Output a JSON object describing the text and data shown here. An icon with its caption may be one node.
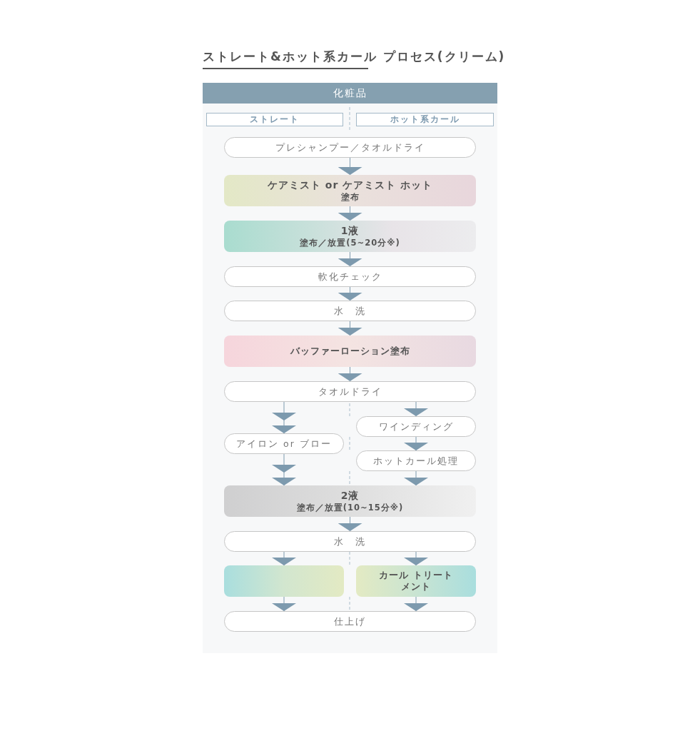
{
  "diagram": {
    "title": "ストレート&ホット系カール プロセス(クリーム)",
    "nodes": [
      {
        "text": [
          "化粧品"
        ]
      },
      {
        "text": [
          "ストレート"
        ]
      },
      {
        "text": [
          "ホット系カール"
        ]
      },
      {
        "text": [
          "プレシャンプー／タオルドライ"
        ]
      },
      {
        "text": [
          "ケアミスト or ケアミスト ホット",
          "塗布"
        ]
      },
      {
        "text": [
          "1液",
          "塗布／放置(5~20分※)"
        ]
      },
      {
        "text": [
          "軟化チェック"
        ]
      },
      {
        "text": [
          "水　洗"
        ]
      },
      {
        "text": [
          "バッファーローション塗布"
        ]
      },
      {
        "text": [
          "タオルドライ"
        ]
      },
      {
        "text": [
          "ワインディング"
        ]
      },
      {
        "text": [
          "アイロン or ブロー"
        ]
      },
      {
        "text": [
          "ホットカール処理"
        ]
      },
      {
        "text": [
          "2液",
          "塗布／放置(10~15分※)"
        ]
      },
      {
        "text": [
          "水　洗"
        ]
      },
      {
        "text": [],
        "shape": "box"
      },
      {
        "text": [
          "カール トリートメント"
        ]
      },
      {
        "text": [
          "仕上げ"
        ]
      }
    ],
    "edges": [
      {
        "from": 3,
        "to": 4,
        "arrow": "to"
      },
      {
        "from": 4,
        "to": 5,
        "arrow": "to"
      },
      {
        "from": 5,
        "to": 6,
        "arrow": "to"
      },
      {
        "from": 6,
        "to": 7,
        "arrow": "to"
      },
      {
        "from": 7,
        "to": 8,
        "arrow": "to"
      },
      {
        "from": 8,
        "to": 9,
        "arrow": "to"
      },
      {
        "from": 9,
        "to": 11,
        "arrow": "to"
      },
      {
        "from": 9,
        "to": 10,
        "arrow": "to"
      },
      {
        "from": 10,
        "to": 12,
        "arrow": "to"
      },
      {
        "from": 11,
        "to": 13,
        "arrow": "to"
      },
      {
        "from": 12,
        "to": 13,
        "arrow": "to"
      },
      {
        "from": 13,
        "to": 14,
        "arrow": "to"
      },
      {
        "from": 14,
        "to": 15,
        "arrow": "to"
      },
      {
        "from": 14,
        "to": 16,
        "arrow": "to"
      },
      {
        "from": 15,
        "to": 17,
        "arrow": "to"
      },
      {
        "from": 16,
        "to": 17,
        "arrow": "to"
      }
    ]
  }
}
